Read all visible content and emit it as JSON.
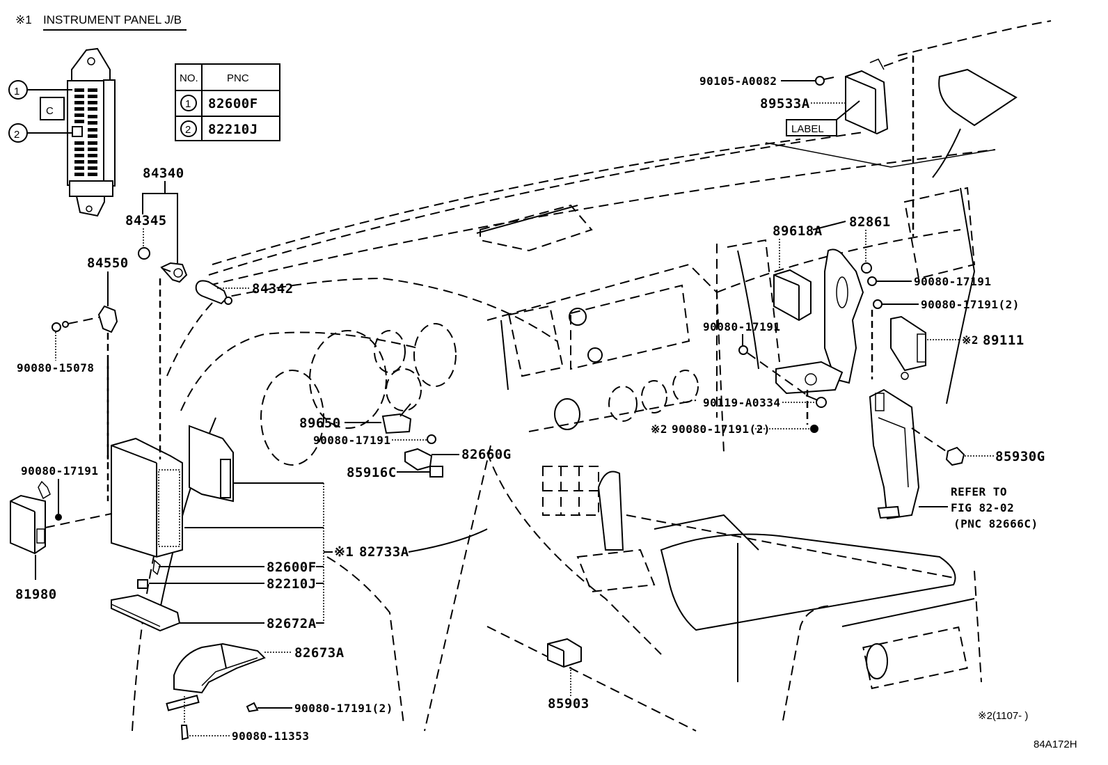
{
  "header": {
    "marker": "※1",
    "title": "INSTRUMENT PANEL J/B"
  },
  "pnc_table": {
    "headers": [
      "NO.",
      "PNC"
    ],
    "rows": [
      {
        "no": "1",
        "pnc": "82600F"
      },
      {
        "no": "2",
        "pnc": "82210J"
      }
    ]
  },
  "junction_box_callouts": [
    "1",
    "2"
  ],
  "parts": {
    "p84340": "84340",
    "p84345": "84345",
    "p84342": "84342",
    "p84550": "84550",
    "p90080_15078": "90080-15078",
    "p90080_17191_left": "90080-17191",
    "p81980": "81980",
    "p89650": "89650",
    "p90080_17191_center": "90080-17191",
    "p82660G": "82660G",
    "p85916C": "85916C",
    "p82733A_marker": "※1",
    "p82733A": "82733A",
    "p82600F": "82600F",
    "p82210J": "82210J",
    "p82672A": "82672A",
    "p82673A": "82673A",
    "p90080_17191_2_bottom": "90080-17191(2)",
    "p90080_11353": "90080-11353",
    "p85903": "85903",
    "p90105_A0082": "90105-A0082",
    "p89533A": "89533A",
    "label_box": "LABEL",
    "p89618A": "89618A",
    "p82861": "82861",
    "p90080_17191_right": "90080-17191",
    "p90080_17191_2_right": "90080-17191(2)",
    "p90080_17191_mid": "90080-17191",
    "p89111_marker": "※2",
    "p89111": "89111",
    "p90119_A0334": "90119-A0334",
    "p90080_17191_2_mid_marker": "※2",
    "p90080_17191_2_mid": "90080-17191(2)",
    "p85930G": "85930G"
  },
  "refer_note": {
    "line1": "REFER TO",
    "line2": "FIG 82-02",
    "line3": "(PNC 82666C)"
  },
  "footnote": "※2(1107-     )",
  "figure_id": "84A172H"
}
